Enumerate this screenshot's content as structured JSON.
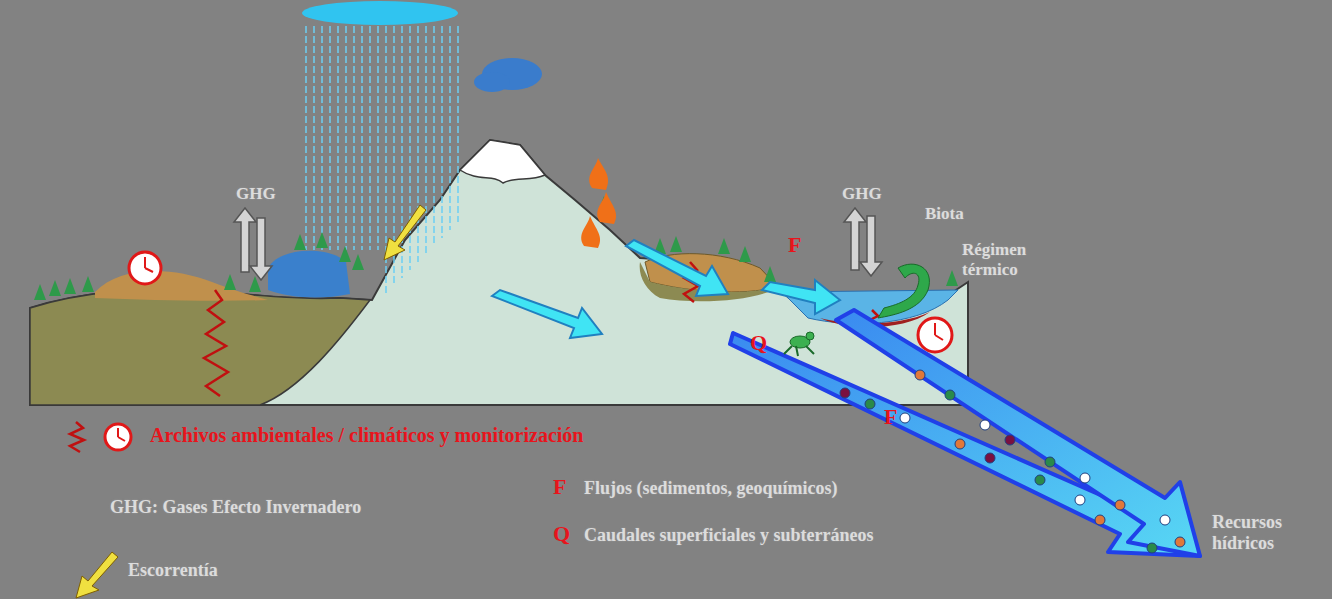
{
  "diagram": {
    "labels": [
      "GHG",
      "GHG",
      "Biota",
      "Régimen térmico",
      "F",
      "Q",
      "F",
      "Recursos hídricos",
      "GHG: Gases Efecto Invernadero",
      "F",
      "Q"
    ],
    "legend": [
      {
        "text": "Archivos ambientales / climáticos y monitorización"
      },
      {
        "text": "Escorrentía"
      },
      {
        "text": "Flujos (sedimentos, geoquímicos)"
      },
      {
        "text": "Caudales superficiales y subterráneos"
      }
    ]
  }
}
